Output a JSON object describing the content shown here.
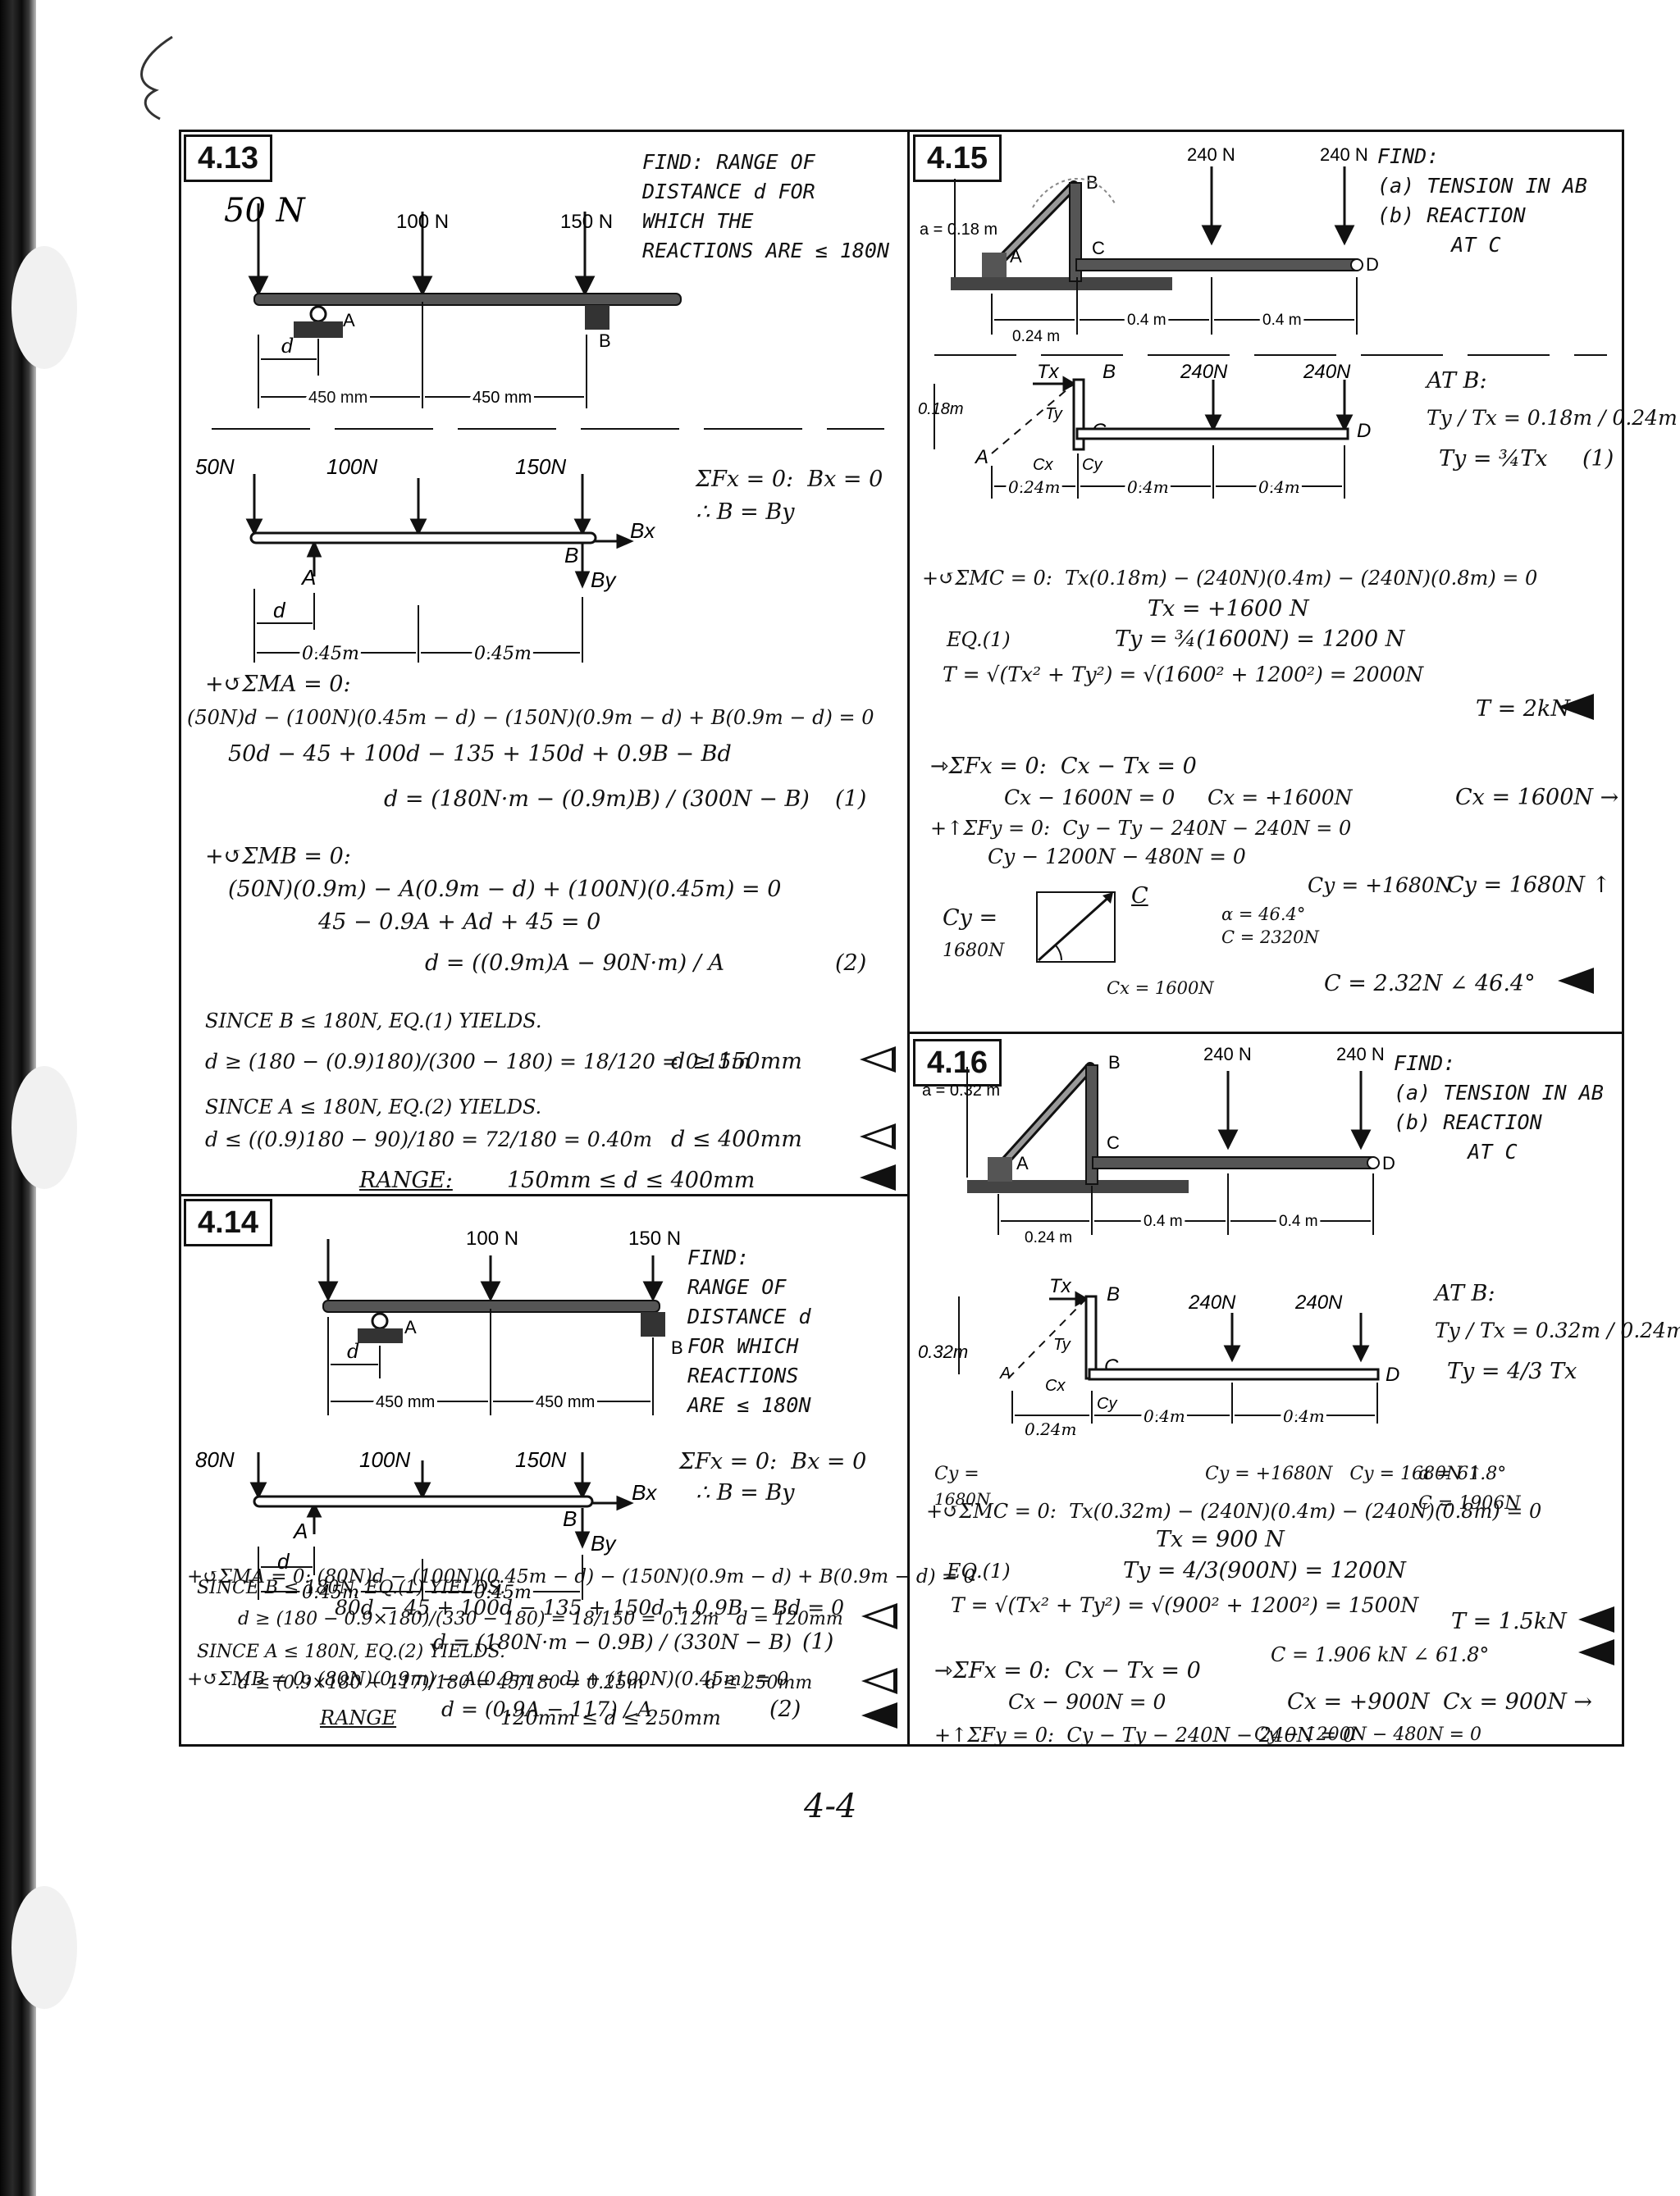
{
  "page_number": "4-4",
  "p413": {
    "number": "4.13",
    "find": "FIND: RANGE OF\nDISTANCE d FOR\nWHICH THE\nREACTIONS ARE ≤ 180N",
    "diagram": {
      "load_a": "50 N",
      "load_b": "100 N",
      "load_c": "150 N",
      "label_a": "A",
      "label_b": "B",
      "label_d": "d",
      "span_1": "450 mm",
      "span_2": "450 mm"
    },
    "fbd": {
      "load_a": "50N",
      "load_b": "100N",
      "load_c": "150N",
      "reaction_a": "A",
      "reaction_bx": "Bx",
      "reaction_by": "By",
      "reaction_b": "B",
      "label_d": "d",
      "span_1": "0.45m",
      "span_2": "0.45m"
    },
    "lines": [
      "ΣFx = 0:  Bx = 0",
      "∴ B = By",
      "+↺ΣMA = 0:",
      "(50N)d − (100N)(0.45m − d) − (150N)(0.9m − d) + B(0.9m − d) = 0",
      "50d − 45 + 100d − 135 + 150d + 0.9B − Bd",
      "d = (180N·m − (0.9m)B) / (300N − B)",
      "(1)",
      "+↺ΣMB = 0:",
      "(50N)(0.9m) − A(0.9m − d) + (100N)(0.45m) = 0",
      "45 − 0.9A + Ad + 45 = 0",
      "d = ((0.9m)A − 90N·m) / A",
      "(2)",
      "SINCE B ≤ 180N, EQ.(1) YIELDS.",
      "d ≥ (180 − (0.9)180)/(300 − 180) = 18/120 = 0.15m",
      "d ≥ 150mm",
      "SINCE A ≤ 180N, EQ.(2) YIELDS.",
      "d ≤ ((0.9)180 − 90)/180 = 72/180 = 0.40m",
      "d ≤ 400mm",
      "RANGE:",
      "150mm ≤ d ≤ 400mm"
    ]
  },
  "p414": {
    "number": "4.14",
    "find": "FIND:\nRANGE OF\nDISTANCE d\nFOR WHICH\nREACTIONS\nARE ≤ 180N",
    "diagram": {
      "load_b": "100 N",
      "load_c": "150 N",
      "label_a": "A",
      "label_b": "B",
      "label_d": "d",
      "span_1": "450 mm",
      "span_2": "450 mm"
    },
    "fbd": {
      "load_a": "80N",
      "load_b": "100N",
      "load_c": "150N",
      "reaction_a": "A",
      "reaction_bx": "Bx",
      "reaction_by": "By",
      "reaction_b": "B",
      "label_d": "d",
      "span_1": "0.45m",
      "span_2": "0.45m"
    },
    "lines": [
      "ΣFx = 0:  Bx = 0",
      "∴ B = By",
      "+↺ΣMA = 0: (80N)d − (100N)(0.45m − d) − (150N)(0.9m − d) + B(0.9m − d) = 0",
      "80d − 45 + 100d − 135 + 150d + 0.9B − Bd = 0",
      "d = (180N·m − 0.9B) / (330N − B)",
      "(1)",
      "+↺ΣMB = 0: (80N)(0.9m) − A(0.9m − d) + (100N)(0.45m) = 0",
      "d = (0.9A − 117) / A",
      "(2)",
      "SINCE B ≤ 180N, EQ.(1) YIELDS.",
      "d ≥ (180 − 0.9×180)/(330 − 180) = 18/150 = 0.12m   d = 120mm",
      "SINCE A ≤ 180N, EQ.(2) YIELDS.",
      "d ≤ (0.9×180 − 117)/180 = 45/180 = 0.25m",
      "d ≤ 250mm",
      "RANGE",
      "120mm ≤ d ≤ 250mm"
    ]
  },
  "p415": {
    "number": "4.15",
    "find": "FIND:\n(a) TENSION IN AB\n(b) REACTION\n      AT C",
    "diagram": {
      "load_1": "240 N",
      "load_2": "240 N",
      "height": "a = 0.18 m",
      "label_a": "A",
      "label_b": "B",
      "label_c": "C",
      "label_d": "D",
      "span_1": "0.24 m",
      "span_2": "0.4 m",
      "span_3": "0.4 m"
    },
    "fbd": {
      "tx": "Tx",
      "ty": "Ty",
      "b": "B",
      "load_1": "240N",
      "load_2": "240N",
      "height": "0.18m",
      "a": "A",
      "c": "C",
      "d": "D",
      "cx": "Cx",
      "cy": "Cy",
      "span_1": "0.24m",
      "span_2": "0.4m",
      "span_3": "0.4m"
    },
    "lines": [
      "AT B:",
      "Ty / Tx = 0.18m / 0.24m",
      "Ty = ¾Tx",
      "(1)",
      "+↺ΣMC = 0:  Tx(0.18m) − (240N)(0.4m) − (240N)(0.8m) = 0",
      "Tx = +1600 N",
      "EQ.(1)",
      "Ty = ¾(1600N) = 1200 N",
      "T = √(Tx² + Ty²) = √(1600² + 1200²) = 2000N",
      "T = 2kN",
      "⇾ΣFx = 0:  Cx − Tx = 0",
      "Cx − 1600N = 0     Cx = +1600N",
      "Cx = 1600N →",
      "+↑ΣFy = 0:  Cy − Ty − 240N − 240N = 0",
      "Cy − 1200N − 480N = 0",
      "Cy = +1680N",
      "Cy = 1680N ↑",
      "α = 46.4°",
      "C = 2320N",
      "Cy =",
      "1680N",
      "Cx = 1600N",
      "C = 2.32N ∠ 46.4°",
      "C"
    ]
  },
  "p416": {
    "number": "4.16",
    "find": "FIND:\n(a) TENSION IN AB\n(b) REACTION\n      AT C",
    "diagram": {
      "load_1": "240 N",
      "load_2": "240 N",
      "height": "a = 0.32 m",
      "label_a": "A",
      "label_b": "B",
      "label_c": "C",
      "label_d": "D",
      "span_1": "0.24 m",
      "span_2": "0.4 m",
      "span_3": "0.4 m"
    },
    "fbd": {
      "tx": "Tx",
      "ty": "Ty",
      "b": "B",
      "load_1": "240N",
      "load_2": "240N",
      "height": "0.32m",
      "a": "A",
      "c": "C",
      "d": "D",
      "cx": "Cx",
      "cy": "Cy",
      "span_1": "0.24m",
      "span_2": "0.4m",
      "span_3": "0.4m"
    },
    "lines": [
      "AT B:",
      "Ty / Tx = 0.32m / 0.24m",
      "Ty = 4/3 Tx",
      "+↺ΣMC = 0:  Tx(0.32m) − (240N)(0.4m) − (240N)(0.8m) = 0",
      "Tx = 900 N",
      "EQ.(1)",
      "Ty = 4/3(900N) = 1200N",
      "T = √(Tx² + Ty²) = √(900² + 1200²) = 1500N",
      "T = 1.5kN",
      "⇾ΣFx = 0:  Cx − Tx = 0",
      "Cx − 900N = 0",
      "Cx = +900N",
      "Cx = 900N →",
      "+↑ΣFy = 0:  Cy − Ty − 240N − 240N = 0",
      "Cy − 1200N − 480N = 0",
      "Cy = +1680N   Cy = 1680N ↑",
      "α = 61.8°",
      "C = 1906N",
      "Cy =",
      "1680N",
      "Cx = 900N",
      "C = 1.906 kN ∠ 61.8°",
      "C"
    ]
  }
}
